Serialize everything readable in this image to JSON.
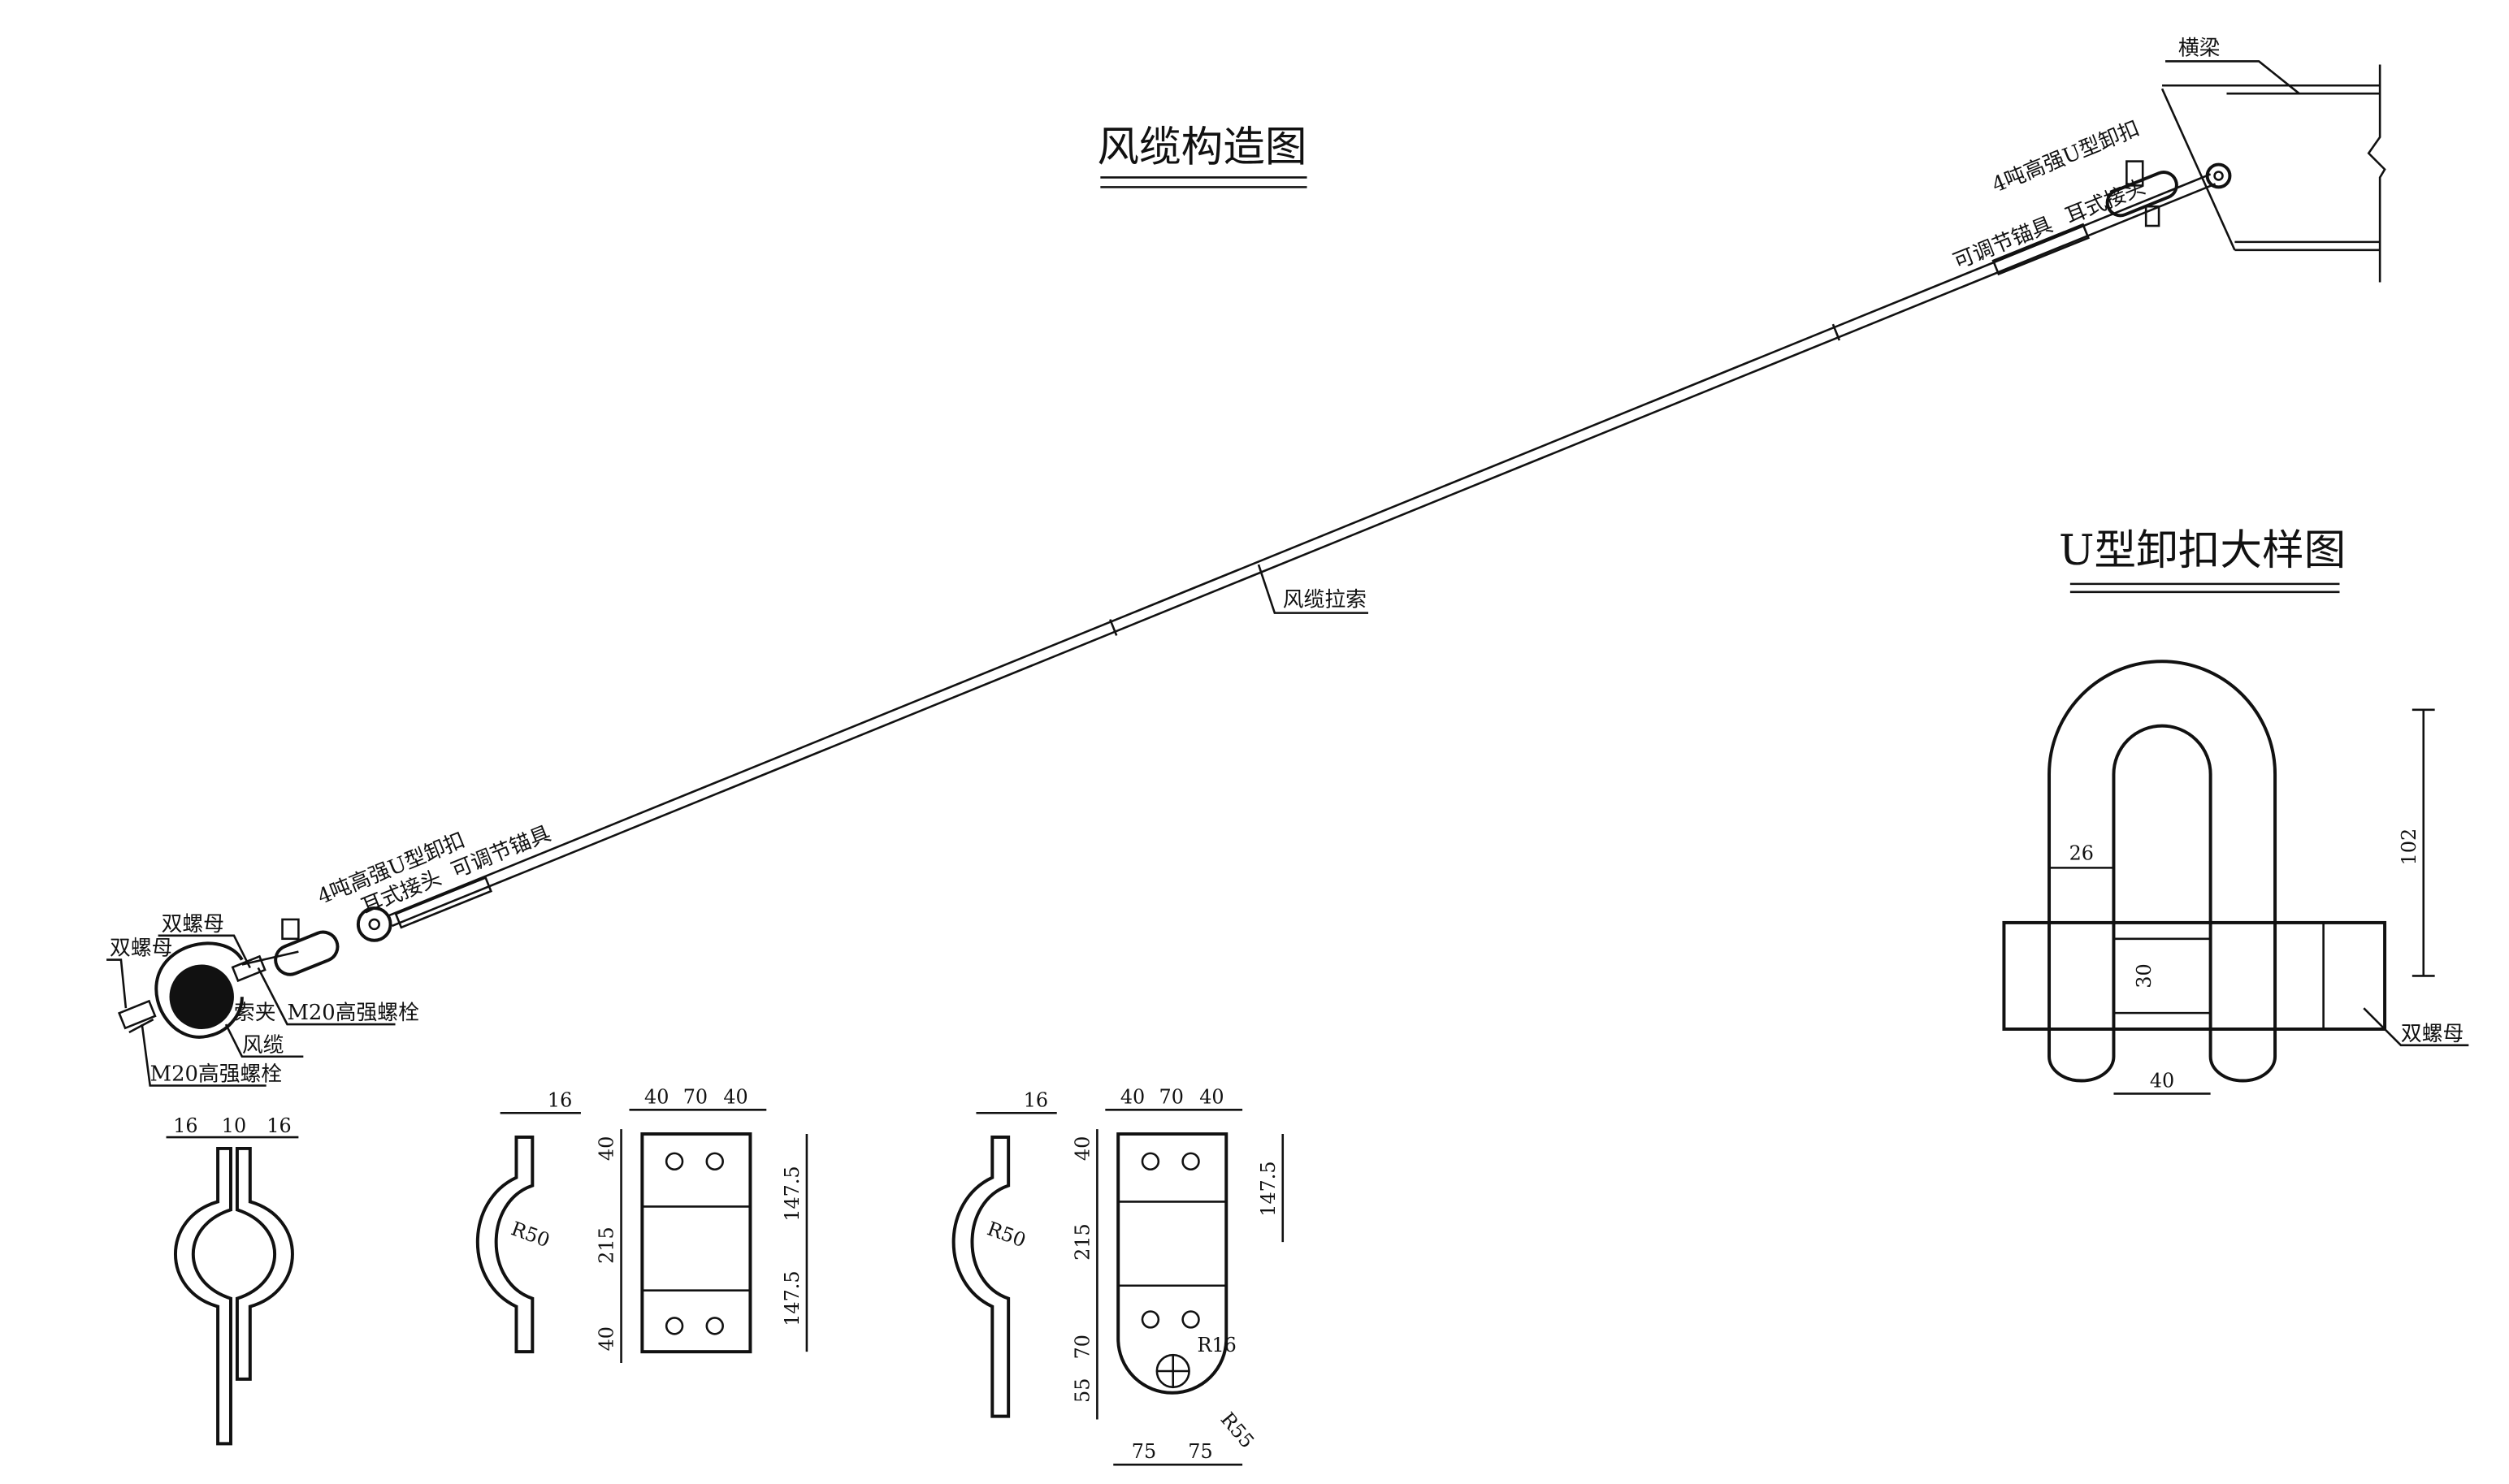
{
  "main_drawing": {
    "title": "风缆构造图",
    "labels": {
      "beam": "横梁",
      "shackle_top": "4吨高强U型卸扣",
      "adjuster_top": "可调节锚具",
      "ear_joint_top": "耳式接头",
      "cable": "风缆拉索",
      "shackle_bottom": "4吨高强U型卸扣",
      "ear_joint_bottom": "耳式接头",
      "adjuster_bottom": "可调节锚具",
      "double_nut_1": "双螺母",
      "double_nut_2": "双螺母",
      "bolt_1": "M20高强螺栓",
      "bolt_2": "M20高强螺栓",
      "clamp": "索夹",
      "wind_cable": "风缆"
    }
  },
  "shackle_detail": {
    "title": "U型卸扣大样图",
    "dims": {
      "height": "102",
      "thickness": "26",
      "pin": "30",
      "width": "40"
    },
    "nut_label": "双螺母"
  },
  "part_details": {
    "clamp_halves": {
      "d1": "16",
      "d2": "10",
      "d3": "16"
    },
    "plate_a": {
      "thick": "16",
      "r": "R50",
      "top": [
        "40",
        "70",
        "40"
      ],
      "left": [
        "40",
        "215",
        "40"
      ],
      "right": [
        "147.5",
        "147.5"
      ]
    },
    "plate_b": {
      "thick": "16",
      "r": "R50",
      "top": [
        "40",
        "70",
        "40"
      ],
      "left": [
        "40",
        "215",
        "70",
        "55"
      ],
      "right": [
        "147.5"
      ],
      "r_hole": "R16",
      "r_lug": "R55",
      "bottom": [
        "75",
        "75"
      ]
    }
  }
}
